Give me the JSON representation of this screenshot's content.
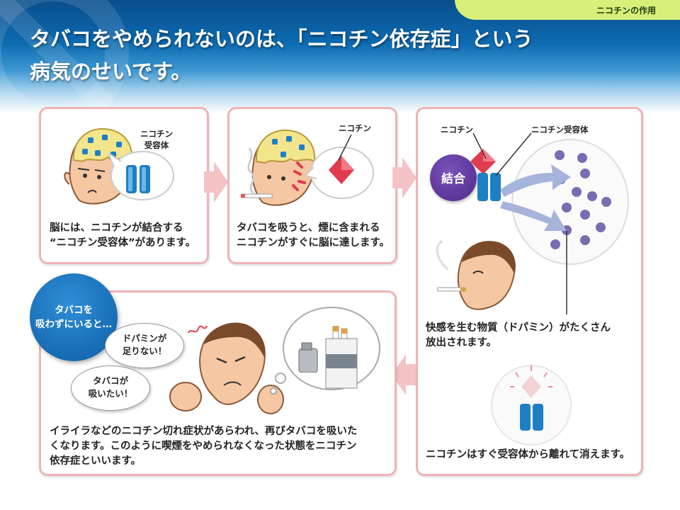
{
  "header": {
    "tag": "ニコチンの作用",
    "title_line1": "タバコをやめられないのは、「ニコチン依存症」という",
    "title_line2": "病気のせいです。"
  },
  "panel1": {
    "receptor_label_line1": "ニコチン",
    "receptor_label_line2": "受容体",
    "caption_line1": "脳には、ニコチンが結合する",
    "caption_line2": "“ニコチン受容体”があります。"
  },
  "panel2": {
    "nicotine_label": "ニコチン",
    "caption_line1": "タバコを吸うと、煙に含まれる",
    "caption_line2": "ニコチンがすぐに脳に達します。"
  },
  "panel3": {
    "nicotine_label": "ニコチン",
    "receptor_label": "ニコチン受容体",
    "bind_badge": "結合",
    "caption_line1": "快感を生む物質（ドパミン）がたくさん",
    "caption_line2": "放出されます。",
    "caption2": "ニコチンはすぐ受容体から離れて消えます。"
  },
  "panel4": {
    "bubble_line1": "タバコを",
    "bubble_line2": "吸わずにいると…",
    "speech1_line1": "ドパミンが",
    "speech1_line2": "足りない！",
    "speech2_line1": "タバコが",
    "speech2_line2": "吸いたい！",
    "caption_line1": "イライラなどのニコチン切れ症状があらわれ、再びタバコを吸いた",
    "caption_line2": "くなります。このように喫煙をやめられなくなった状態をニコチン",
    "caption_line3": "依存症といいます。"
  },
  "icons": [
    "man-head-icon",
    "brain-icon",
    "receptor-icon",
    "nicotine-diamond-icon",
    "cigarette-icon",
    "dopamine-molecule-icon",
    "lighter-icon",
    "cigarette-pack-icon",
    "arrow-right-icon",
    "arrow-left-icon"
  ],
  "colors": {
    "panel_border": "#f0b2b5",
    "arrow": "#f4c3c5",
    "header_blue": "#0d6ab0",
    "tag_green": "#d8ef7a",
    "receptor_blue": "#1f7fc4",
    "nicotine_red": "#e03c4e",
    "dopamine_purple": "#7a6cb2",
    "bind_purple": "#5a3496"
  }
}
